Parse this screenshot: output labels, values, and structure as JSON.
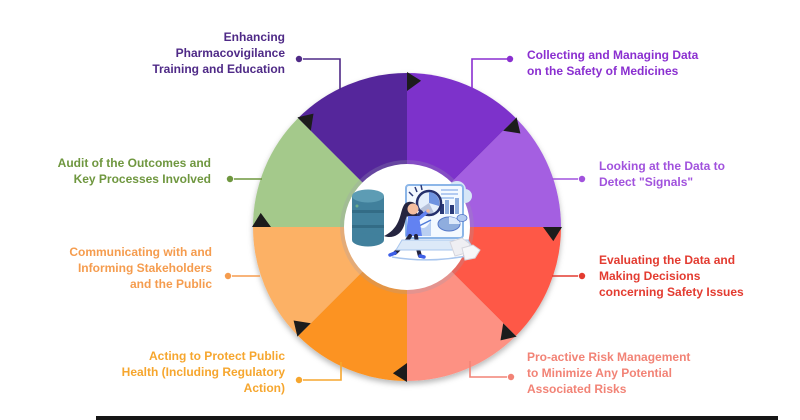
{
  "page": {
    "background": "#ffffff",
    "bottom_bar_color": "#161616"
  },
  "diagram": {
    "notch_color": "#1b1b1b",
    "center_circle_color": "#ffffff",
    "center_illustration": "analyst-with-magnifier-charts-illustration",
    "segments": [
      {
        "id": "collecting-and-managing-data",
        "label": "Collecting and Managing Data\non the Safety of Medicines",
        "wedge_color": "#7d33cb",
        "label_color": "#8a2fd0"
      },
      {
        "id": "looking-at-the-data",
        "label": "Looking at the Data to\nDetect \"Signals\"",
        "wedge_color": "#a45ee1",
        "label_color": "#a152dd"
      },
      {
        "id": "evaluating-the-data",
        "label": "Evaluating the Data and\nMaking Decisions\nconcerning Safety Issues",
        "wedge_color": "#fe5847",
        "label_color": "#e33b30"
      },
      {
        "id": "pro-active-risk-management",
        "label": "Pro-active Risk Management\nto Minimize Any Potential\nAssociated Risks",
        "wedge_color": "#fd9183",
        "label_color": "#f28376"
      },
      {
        "id": "acting-to-protect-public-health",
        "label": "Acting to Protect Public\nHealth (Including Regulatory\nAction)",
        "wedge_color": "#fc9322",
        "label_color": "#f6a62e"
      },
      {
        "id": "communicating-with-stakeholders",
        "label": "Communicating with and\nInforming Stakeholders\nand the Public",
        "wedge_color": "#fcb165",
        "label_color": "#f59c4e"
      },
      {
        "id": "audit-of-outcomes",
        "label": "Audit of the Outcomes and\nKey Processes Involved",
        "wedge_color": "#a4c98b",
        "label_color": "#6f973f"
      },
      {
        "id": "enhancing-pharmacovigilance-training",
        "label": "Enhancing\nPharmacovigilance\nTraining and Education",
        "wedge_color": "#55289b",
        "label_color": "#4f2a87"
      }
    ]
  }
}
